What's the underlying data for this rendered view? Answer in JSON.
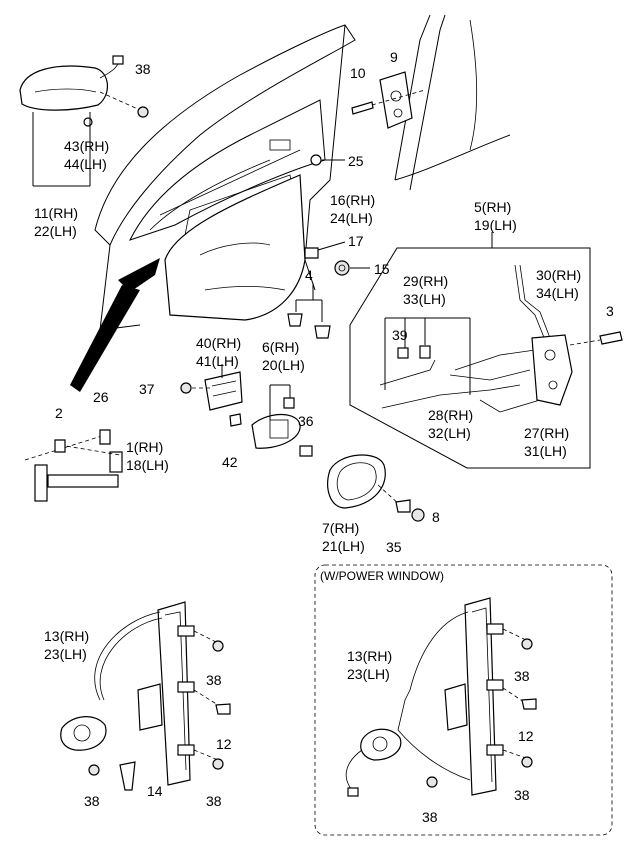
{
  "labels": {
    "p38_a": "38",
    "p43_44_rh": "43(RH)",
    "p43_44_lh": "44(LH)",
    "p11_22_rh": "11(RH)",
    "p11_22_lh": "22(LH)",
    "p10": "10",
    "p9": "9",
    "p25": "25",
    "p16_24_rh": "16(RH)",
    "p16_24_lh": "24(LH)",
    "p17": "17",
    "p15": "15",
    "p4": "4",
    "p5_19_rh": "5(RH)",
    "p5_19_lh": "19(LH)",
    "p29_33_rh": "29(RH)",
    "p29_33_lh": "33(LH)",
    "p30_34_rh": "30(RH)",
    "p30_34_lh": "34(LH)",
    "p39": "39",
    "p3": "3",
    "p28_32_rh": "28(RH)",
    "p28_32_lh": "32(LH)",
    "p27_31_rh": "27(RH)",
    "p27_31_lh": "31(LH)",
    "p40_41_rh": "40(RH)",
    "p40_41_lh": "41(LH)",
    "p6_20_rh": "6(RH)",
    "p6_20_lh": "20(LH)",
    "p37": "37",
    "p36": "36",
    "p42": "42",
    "p2": "2",
    "p26": "26",
    "p1_18_rh": "1(RH)",
    "p1_18_lh": "18(LH)",
    "p7_21_rh": "7(RH)",
    "p7_21_lh": "21(LH)",
    "p8": "8",
    "p35": "35",
    "power_window_note": "(W/POWER WINDOW)",
    "p13_23_rh_a": "13(RH)",
    "p13_23_lh_a": "23(LH)",
    "p38_b": "38",
    "p12_a": "12",
    "p38_c": "38",
    "p38_d": "38",
    "p14": "14",
    "p13_23_rh_b": "13(RH)",
    "p13_23_lh_b": "23(LH)",
    "p38_e": "38",
    "p12_b": "12",
    "p38_f": "38",
    "p38_g": "38"
  }
}
